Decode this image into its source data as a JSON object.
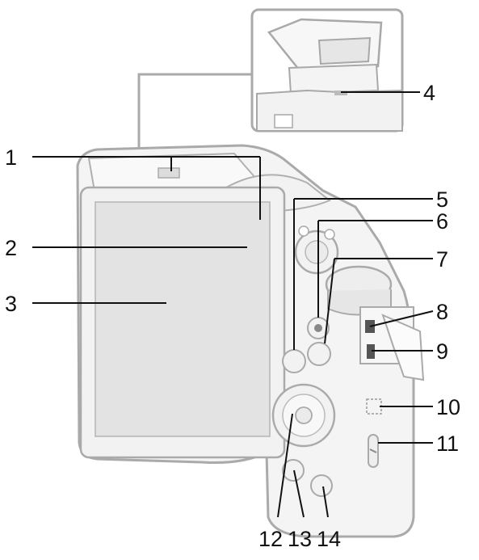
{
  "diagram": {
    "callouts": [
      {
        "id": "1",
        "label": "1"
      },
      {
        "id": "2",
        "label": "2"
      },
      {
        "id": "3",
        "label": "3"
      },
      {
        "id": "4",
        "label": "4"
      },
      {
        "id": "5",
        "label": "5"
      },
      {
        "id": "6",
        "label": "6"
      },
      {
        "id": "7",
        "label": "7"
      },
      {
        "id": "8",
        "label": "8"
      },
      {
        "id": "9",
        "label": "9"
      },
      {
        "id": "10",
        "label": "10"
      },
      {
        "id": "11",
        "label": "11"
      },
      {
        "id": "12",
        "label": "12"
      },
      {
        "id": "13",
        "label": "13"
      },
      {
        "id": "14",
        "label": "14"
      }
    ]
  },
  "colors": {
    "line": "#111111",
    "body_outline": "#aaaaaa",
    "body_fill": "#f4f4f4",
    "screen": "#e3e3e3",
    "dark_part": "#555555"
  }
}
